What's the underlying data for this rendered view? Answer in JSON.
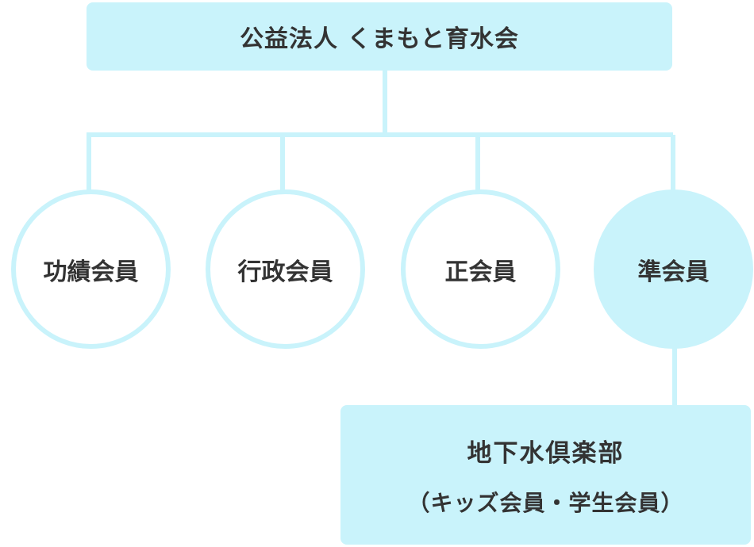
{
  "organization": {
    "name": "公益法人 くまもと育水会"
  },
  "members": [
    {
      "label": "功績会員"
    },
    {
      "label": "行政会員"
    },
    {
      "label": "正会員"
    },
    {
      "label": "準会員"
    }
  ],
  "club": {
    "name": "地下水倶楽部",
    "subtitle": "（キッズ会員・学生会員）"
  },
  "colors": {
    "node_fill": "#c9f3fb",
    "connector": "#c9f3fb",
    "text": "#333333",
    "background": "#ffffff"
  }
}
